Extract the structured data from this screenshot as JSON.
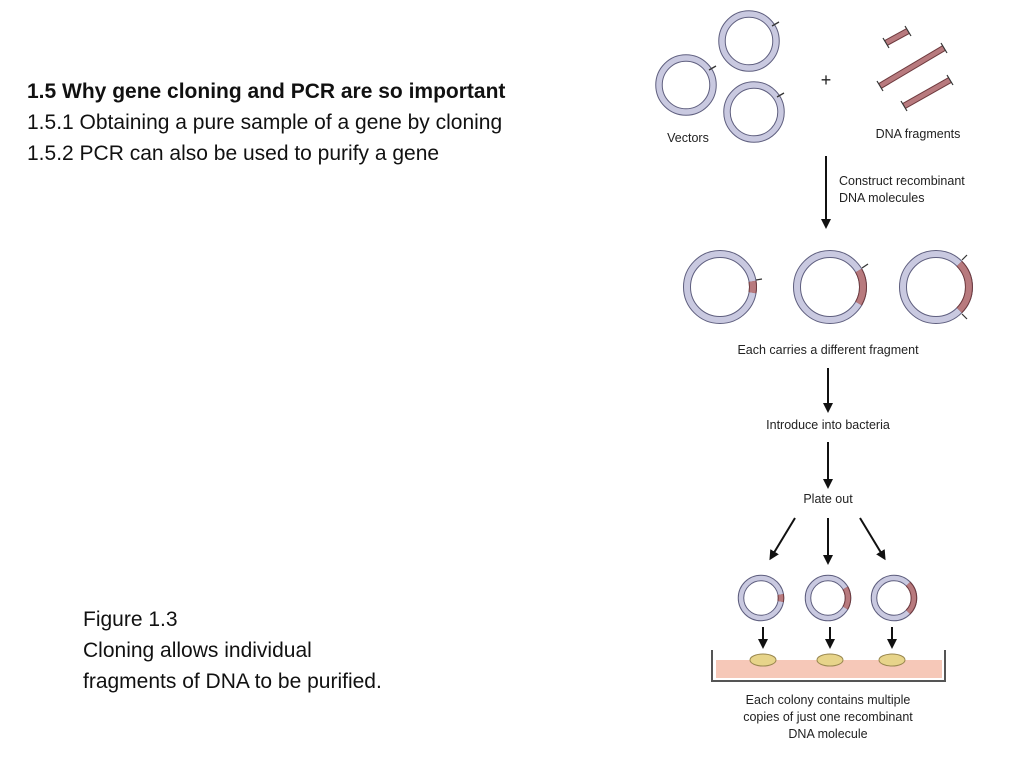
{
  "heading": {
    "title": "1.5 Why gene cloning and PCR are so important",
    "line1": "1.5.1 Obtaining a pure sample of a gene by cloning",
    "line2": "1.5.2 PCR can also be used to purify a gene"
  },
  "caption": {
    "label": "Figure 1.3",
    "line1": "Cloning allows individual",
    "line2": "fragments of DNA to be purified."
  },
  "diagram": {
    "vectors_label": "Vectors",
    "plus": "+",
    "fragments_label": "DNA fragments",
    "step1_line1": "Construct recombinant",
    "step1_line2": "DNA molecules",
    "each_carries": "Each carries a different fragment",
    "step2": "Introduce into bacteria",
    "step3": "Plate out",
    "colony_line1": "Each colony contains multiple",
    "colony_line2": "copies of just one recombinant",
    "colony_line3": "DNA molecule",
    "colors": {
      "vector_fill": "#c9c9e0",
      "vector_stroke": "#5e5e7e",
      "fragment_fill": "#b87a7e",
      "fragment_stroke": "#6e3a3e",
      "dish_fill": "#f6c8b8",
      "colony_fill": "#e7d48a"
    }
  }
}
